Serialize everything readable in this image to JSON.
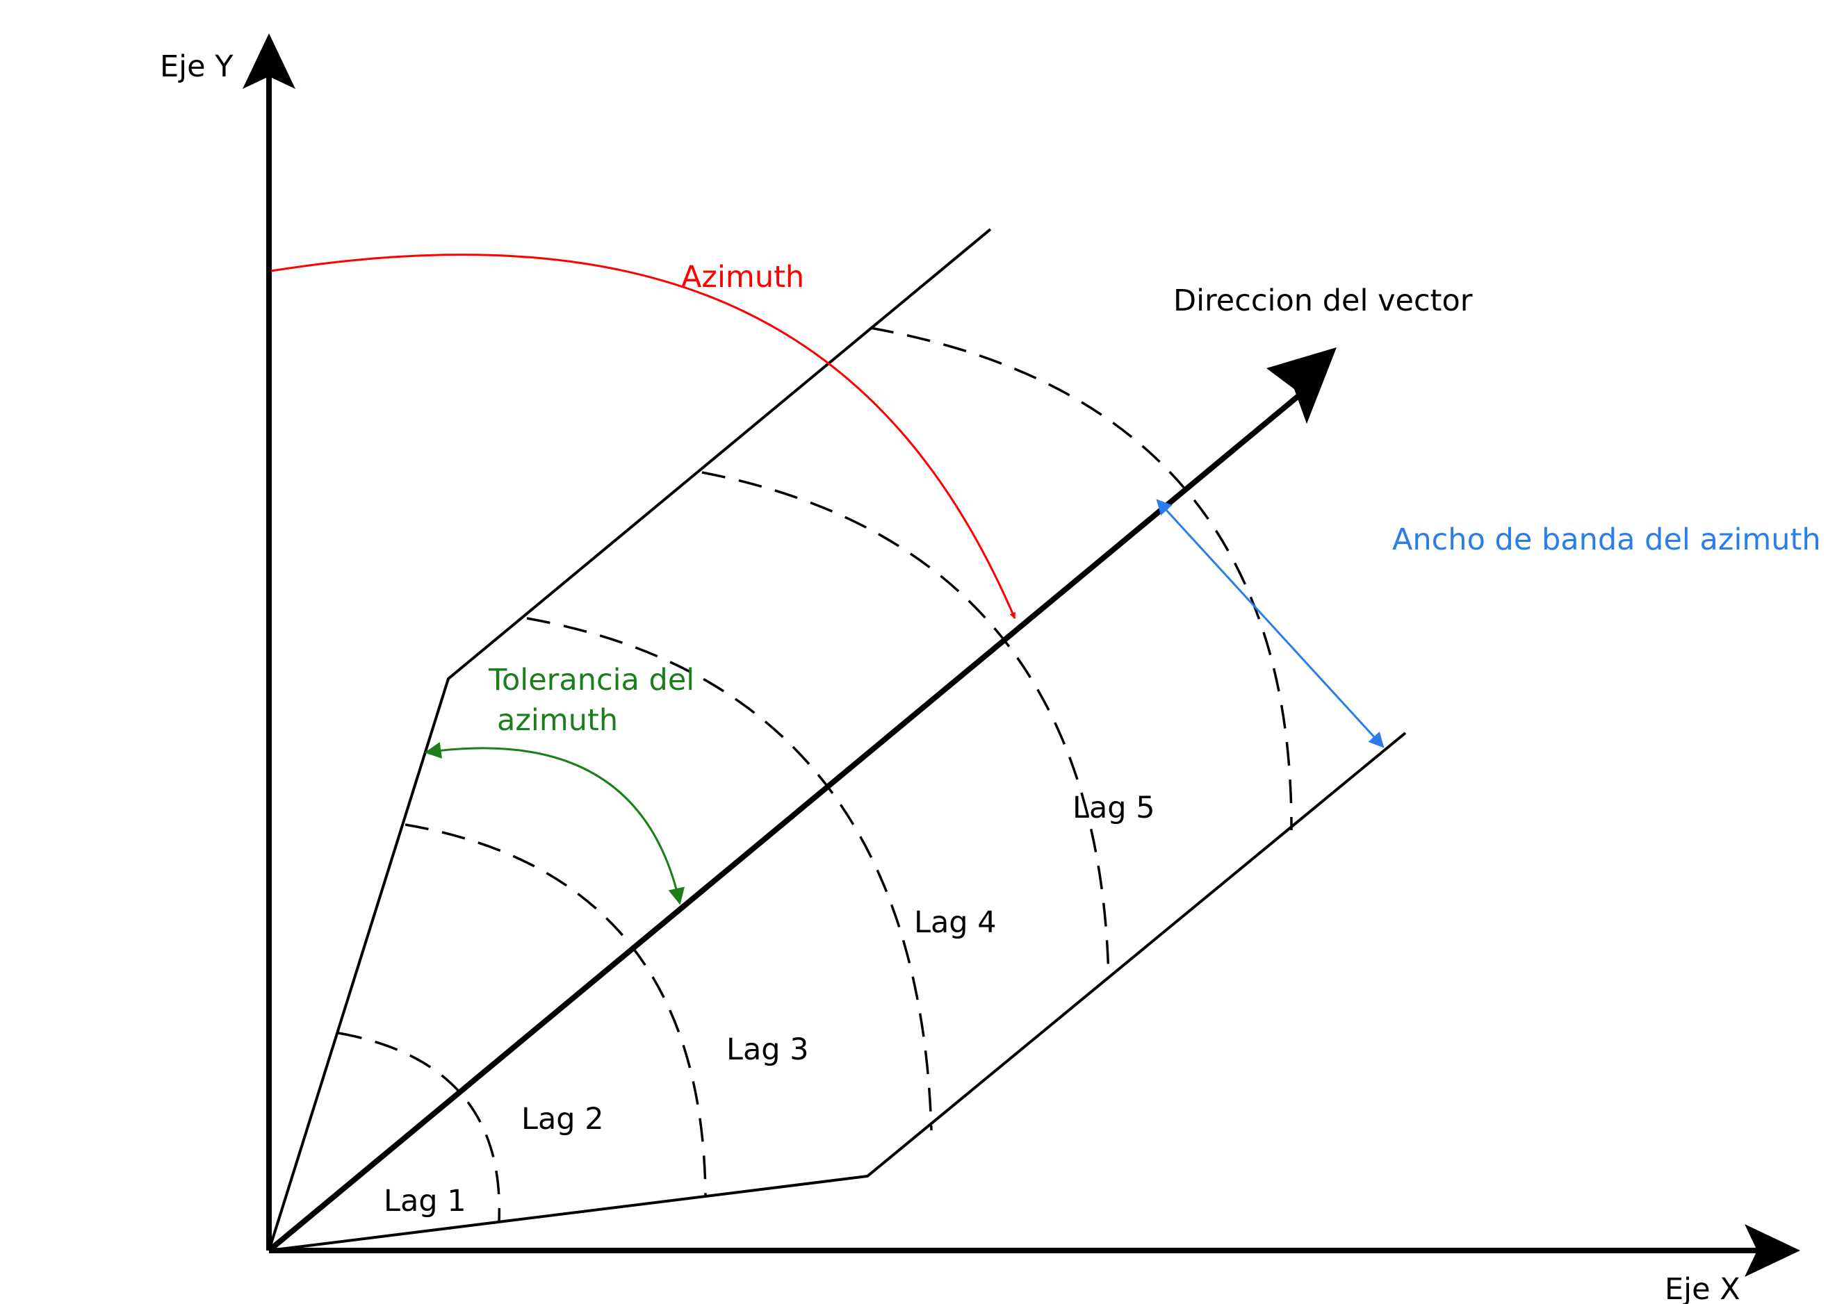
{
  "axes": {
    "y_label": "Eje Y",
    "x_label": "Eje X"
  },
  "annotations": {
    "azimuth": "Azimuth",
    "vector_direction": "Direccion del vector",
    "bandwidth": "Ancho de banda del azimuth",
    "tolerance_line1": "Tolerancia del",
    "tolerance_line2": "azimuth"
  },
  "lags": [
    "Lag 1",
    "Lag 2",
    "Lag 3",
    "Lag 4",
    "Lag 5"
  ],
  "colors": {
    "axis": "#000000",
    "azimuth": "#ff0000",
    "tolerance": "#1a7f1a",
    "bandwidth": "#2b7de9",
    "lines": "#000000"
  }
}
